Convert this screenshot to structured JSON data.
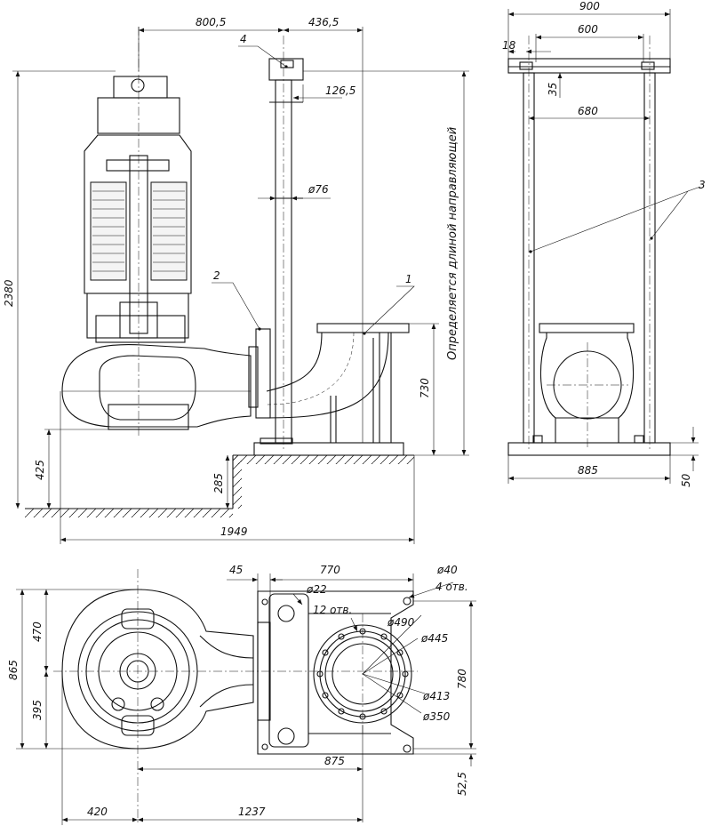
{
  "front_view": {
    "dims": {
      "width_left": "800,5",
      "width_right": "436,5",
      "offset_guide": "126,5",
      "total_height": "2380",
      "height_425": "425",
      "height_285": "285",
      "height_730": "730",
      "total_length": "1949",
      "guide_diameter": "ø76"
    },
    "callouts": {
      "item1": "1",
      "item2": "2",
      "item4": "4"
    },
    "note": "Определяется длиной направляющей"
  },
  "side_view": {
    "dims": {
      "top_width": "900",
      "top_inner": "600",
      "inner_680": "680",
      "edge_18": "18",
      "height_35": "35",
      "base_width": "885",
      "base_height": "50"
    },
    "callouts": {
      "item3": "3"
    }
  },
  "plan_view": {
    "dims": {
      "width_45": "45",
      "width_770": "770",
      "hole_22": "ø22",
      "holes_12": "12 отв.",
      "hole_40": "ø40",
      "holes_4": "4 отв.",
      "circle_490": "ø490",
      "circle_445": "ø445",
      "circle_413": "ø413",
      "circle_350": "ø350",
      "height_780": "780",
      "height_865": "865",
      "height_470": "470",
      "height_395": "395",
      "width_875": "875",
      "height_52_5": "52,5",
      "width_420": "420",
      "width_1237": "1237"
    }
  }
}
